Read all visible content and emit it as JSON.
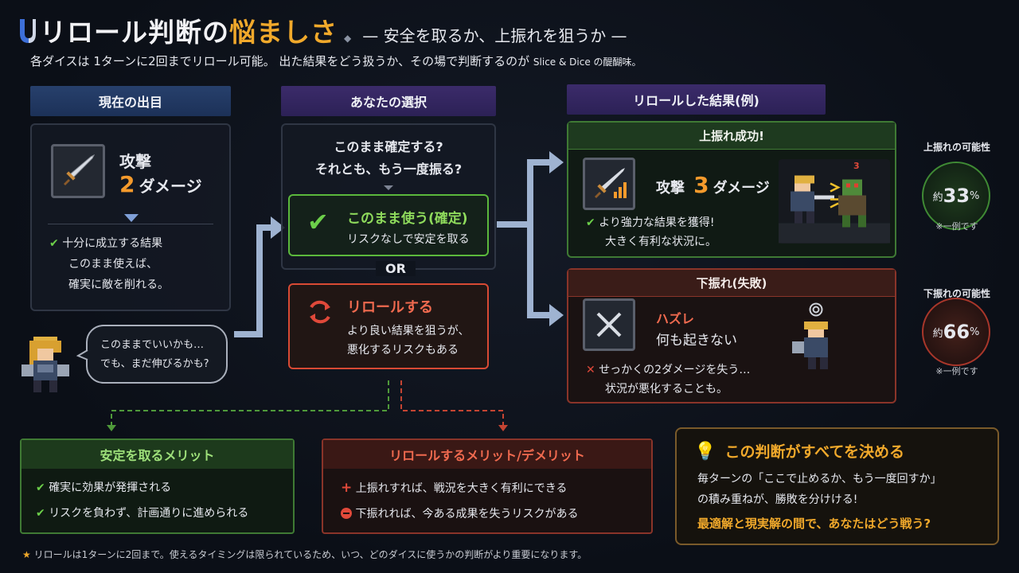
{
  "header": {
    "title_main": "リロール判断の",
    "title_accent": "悩ましさ",
    "title_sub": "— 安全を取るか、上振れを狙うか —",
    "subtitle_main": "各ダイスは 1ターンに2回までリロール可能。 出た結果をどう扱うか、その場で判断するのが",
    "subtitle_small": "Slice & Dice の醍醐味。"
  },
  "current": {
    "header": "現在の出目",
    "label": "攻撃",
    "damage_num": "2",
    "damage_unit": "ダメージ",
    "lines": [
      "十分に成立する結果",
      "このまま使えば、",
      "確実に敵を削れる。"
    ]
  },
  "speech": {
    "line1": "このままでいいかも…",
    "line2": "でも、まだ伸びるかも?"
  },
  "choice": {
    "header": "あなたの選択",
    "question1": "このまま確定する?",
    "question2": "それとも、もう一度振る?",
    "confirm_title": "このまま使う(確定)",
    "confirm_desc": "リスクなしで安定を取る",
    "or": "OR",
    "reroll_title": "リロールする",
    "reroll_desc1": "より良い結果を狙うが、",
    "reroll_desc2": "悪化するリスクもある"
  },
  "results": {
    "header": "リロールした結果(例)",
    "success": {
      "head": "上振れ成功!",
      "label": "攻撃",
      "num": "3",
      "unit": "ダメージ",
      "line1": "より強力な結果を獲得!",
      "line2": "大きく有利な状況に。",
      "enemy_dmg": "3"
    },
    "fail": {
      "head": "下振れ(失敗)",
      "title": "ハズレ",
      "desc": "何も起きない",
      "line1": "せっかくの2ダメージを失う…",
      "line2": "状況が悪化することも。"
    }
  },
  "probability": {
    "up_label": "上振れの可能性",
    "up_prefix": "約",
    "up_value": "33",
    "up_unit": "%",
    "up_note": "※一例です",
    "down_label": "下振れの可能性",
    "down_prefix": "約",
    "down_value": "66",
    "down_unit": "%",
    "down_note": "※一例です"
  },
  "merits": {
    "stable_head": "安定を取るメリット",
    "stable_items": [
      "確実に効果が発揮される",
      "リスクを負わず、計画通りに進められる"
    ],
    "reroll_head": "リロールするメリット/デメリット",
    "reroll_plus": "上振れすれば、戦況を大きく有利にできる",
    "reroll_minus": "下振れれば、今ある成果を失うリスクがある"
  },
  "decision": {
    "head": "この判断がすべてを決める",
    "line1": "毎ターンの「ここで止めるか、もう一度回すか」",
    "line2": "の積み重ねが、勝敗を分けける!",
    "line3": "最適解と現実解の間で、あなたはどう戦う?"
  },
  "footer": {
    "star": "★",
    "text": "リロールは1ターンに2回まで。使えるタイミングは限られているため、いつ、どのダイスに使うかの判断がより重要になります。"
  },
  "colors": {
    "accent_gold": "#f1a92b",
    "success_green": "#6ccf4a",
    "danger_red": "#e0493a",
    "damage_orange": "#f59a2c"
  },
  "icons": [
    "sword-icon",
    "check-icon",
    "reroll-icon",
    "cross-icon",
    "lightbulb-icon",
    "plus-icon",
    "minus-icon",
    "star-icon"
  ]
}
